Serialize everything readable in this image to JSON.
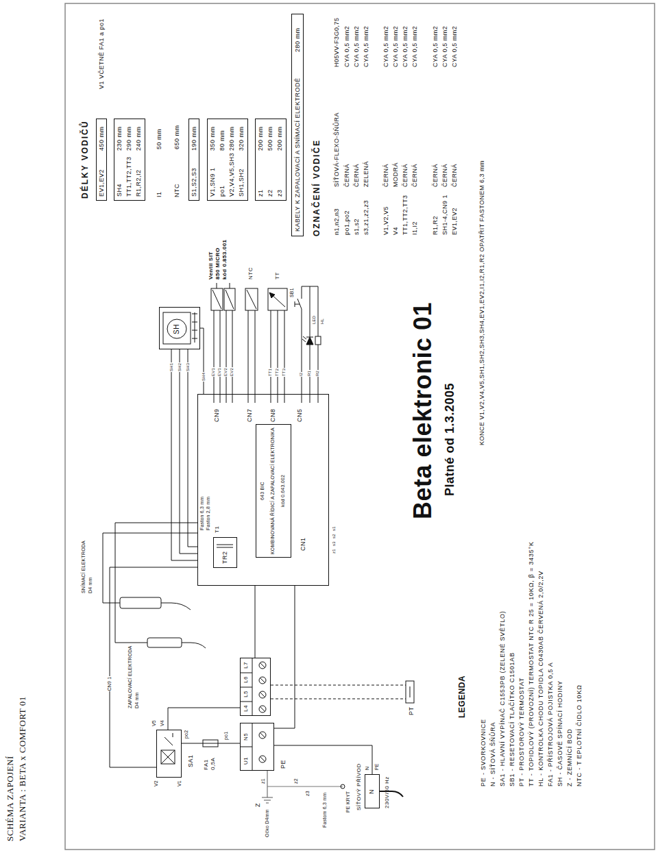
{
  "diagram": {
    "title": "Beta elektronic 01",
    "nodes": [
      {
        "text": [
          "SA1"
        ]
      },
      {
        "text": [
          "U1",
          "N5",
          "PE"
        ]
      },
      {
        "text": [
          "L4",
          "L5",
          "L6",
          "L7"
        ]
      },
      {
        "text": [
          "SÍŤOVÝ PŘÍVOD",
          "N"
        ]
      },
      {
        "text": [
          "CN9",
          "CN7",
          "CN8",
          "CN5",
          "CN1"
        ]
      },
      {
        "text": [
          "TR2",
          "T1"
        ],
        "in": 4
      },
      {
        "text": [
          "643 BIC",
          "KOMBINOVANÁ ŘÍDICÍ A ZAPALOVACÍ ELEKTRONIKA",
          "kód 0.643.002"
        ],
        "in": 4
      },
      {
        "text": [
          "SH"
        ]
      },
      {
        "text": [
          "EV1,EV2",
          "450 mm"
        ]
      },
      {
        "text": [
          "SH4",
          "230 mm",
          "TT1,TT2,TT3",
          "290 mm",
          "R1,R2,I2",
          "240 mm"
        ]
      },
      {
        "text": [
          "S1,S2,S3",
          "190 mm"
        ]
      },
      {
        "text": [
          "V1,SN9 1",
          "350 mm",
          "po1",
          "80 mm",
          "V2,V4,V5,SH3",
          "280 mm",
          "SH1,SH2",
          "320 mm"
        ]
      },
      {
        "text": [
          "z1",
          "200 mm",
          "z2",
          "500 mm",
          "z3",
          "200 mm"
        ]
      },
      {
        "text": [
          "KABELY K ZAPALOVACÍ A SNÍMACÍ ELEKTRODĚ",
          "280 mm"
        ]
      }
    ],
    "edges": [
      {
        "from": 3,
        "to": 1,
        "arrow": "none"
      },
      {
        "from": 1,
        "to": 0,
        "arrow": "none"
      },
      {
        "from": 0,
        "to": 2,
        "arrow": "none"
      },
      {
        "from": 0,
        "to": 4,
        "label": "CN9 1",
        "arrow": "none"
      },
      {
        "from": 1,
        "to": 4,
        "arrow": "none"
      },
      {
        "from": 2,
        "to": 4,
        "arrow": "none"
      },
      {
        "from": 7,
        "to": 4,
        "label": "SH1",
        "arrow": "none"
      },
      {
        "from": 7,
        "to": 4,
        "label": "SH2",
        "arrow": "none"
      },
      {
        "from": 7,
        "to": 4,
        "label": "SH3",
        "arrow": "none"
      },
      {
        "from": 4,
        "to": 7,
        "label": "SH4",
        "arrow": "none"
      }
    ],
    "labels": [
      "SCHÉMA ZAPOJENÍ",
      "VARIANTA : BETA x COMFORT 01",
      "Platné od 1.3.2005",
      "DÉLKY VODIČŮ",
      "I1",
      "50 mm",
      "NTC",
      "650 mm",
      "V1 VČETNĚ FA1 a po1",
      "OZNAČENÍ VODIČE",
      "n1,n2,n3",
      "SÍŤOVÁ-FLEXO-ŠŇŮRA",
      "H05VV-F3G0,75",
      "po1,po2",
      "ČERNÁ",
      "CYA 0,5 mm2",
      "s1,s2",
      "ČERNÁ",
      "CYA 0,5 mm2",
      "s3,z1,z2,z3",
      "ZELENÁ",
      "CYA 0,5 mm2",
      "V1,V2,V5",
      "ČERNÁ",
      "CYA 0,5 mm2",
      "V4",
      "MODRÁ",
      "CYA 0,5 mm2",
      "TT1,TT2,TT3",
      "ČERNÁ",
      "CYA 0,5 mm2",
      "I1,I2",
      "ČERNÁ",
      "CYA 0,5 mm2",
      "R1,R2",
      "ČERNÁ",
      "CYA 0,5 mm2",
      "SH1-4,CN9 1",
      "ČERNÁ",
      "CYA 0,5 mm2",
      "EV1,EV2",
      "ČERNÁ",
      "CYA 0,5 mm2",
      "KONCE V1,V2,V4,V5,SH1,SH2,SH3,SH4,EV1,EV2,I1,I2,R1,R2 OPATŘIT FASTONEM 6,3 mm",
      "LEGENDA",
      "SNÍMACÍ ELEKTRODA",
      "D4 mm",
      "ZAPALOVACÍ ELEKTRODA",
      "D4 mm",
      "Faston 6,3 mm",
      "Faston 2,8 mm",
      "Ventil SIT",
      "850 MICRO",
      "kód 0.853.001",
      "NTC",
      "TT",
      "SB1",
      "LED",
      "HL",
      "EV1",
      "EV1",
      "EV2",
      "EV2",
      "TT1",
      "TT2",
      "TT3",
      "I2",
      "R1",
      "R2",
      "V2",
      "V5",
      "V1",
      "V4",
      "FA1",
      "0,5A",
      "po1",
      "po2",
      "Z",
      "z1",
      "Očko D4mm",
      "z2",
      "z3",
      "Fastom 6,3 mm",
      "PE KRYT",
      "230V/50 Hz",
      "N",
      "PE",
      "PT",
      "z1",
      "s3",
      "s2",
      "s1"
    ],
    "legend": [
      {
        "text": "PE - SVORKOVNICE"
      },
      {
        "text": "N - SÍŤOVÁ ŠŇŮRA"
      },
      {
        "text": "SA1 - HLAVNÍ VYPÍNAČ C1553PB (ZELENÉ SVĚTLO)"
      },
      {
        "text": "SB1 - RESETOVACÍ TLAČÍTKO C1501AB"
      },
      {
        "text": "PT - PROSTOROVÝ TERMOSTAT"
      },
      {
        "text": "TT - TOPIDLOVÝ (PROVOZNÍ) TERMOSTAT NTC R 25 = 10KΩ, β = 3435°K"
      },
      {
        "text": "HL - KONTROLKA CHODU TOPIDLA C0430AB ČERVENÁ 2,0/2,2V"
      },
      {
        "text": "FA1 - PŘÍSTROJOVÁ POJISTKA 0,5 A"
      },
      {
        "text": "SH - ČASOVÉ SPÍNACÍ HODINY"
      },
      {
        "text": "Z - ZEMNÍCÍ BOD"
      },
      {
        "text": "NTC - T EPLOTNÍ ČIDLO 10KΩ"
      }
    ]
  }
}
